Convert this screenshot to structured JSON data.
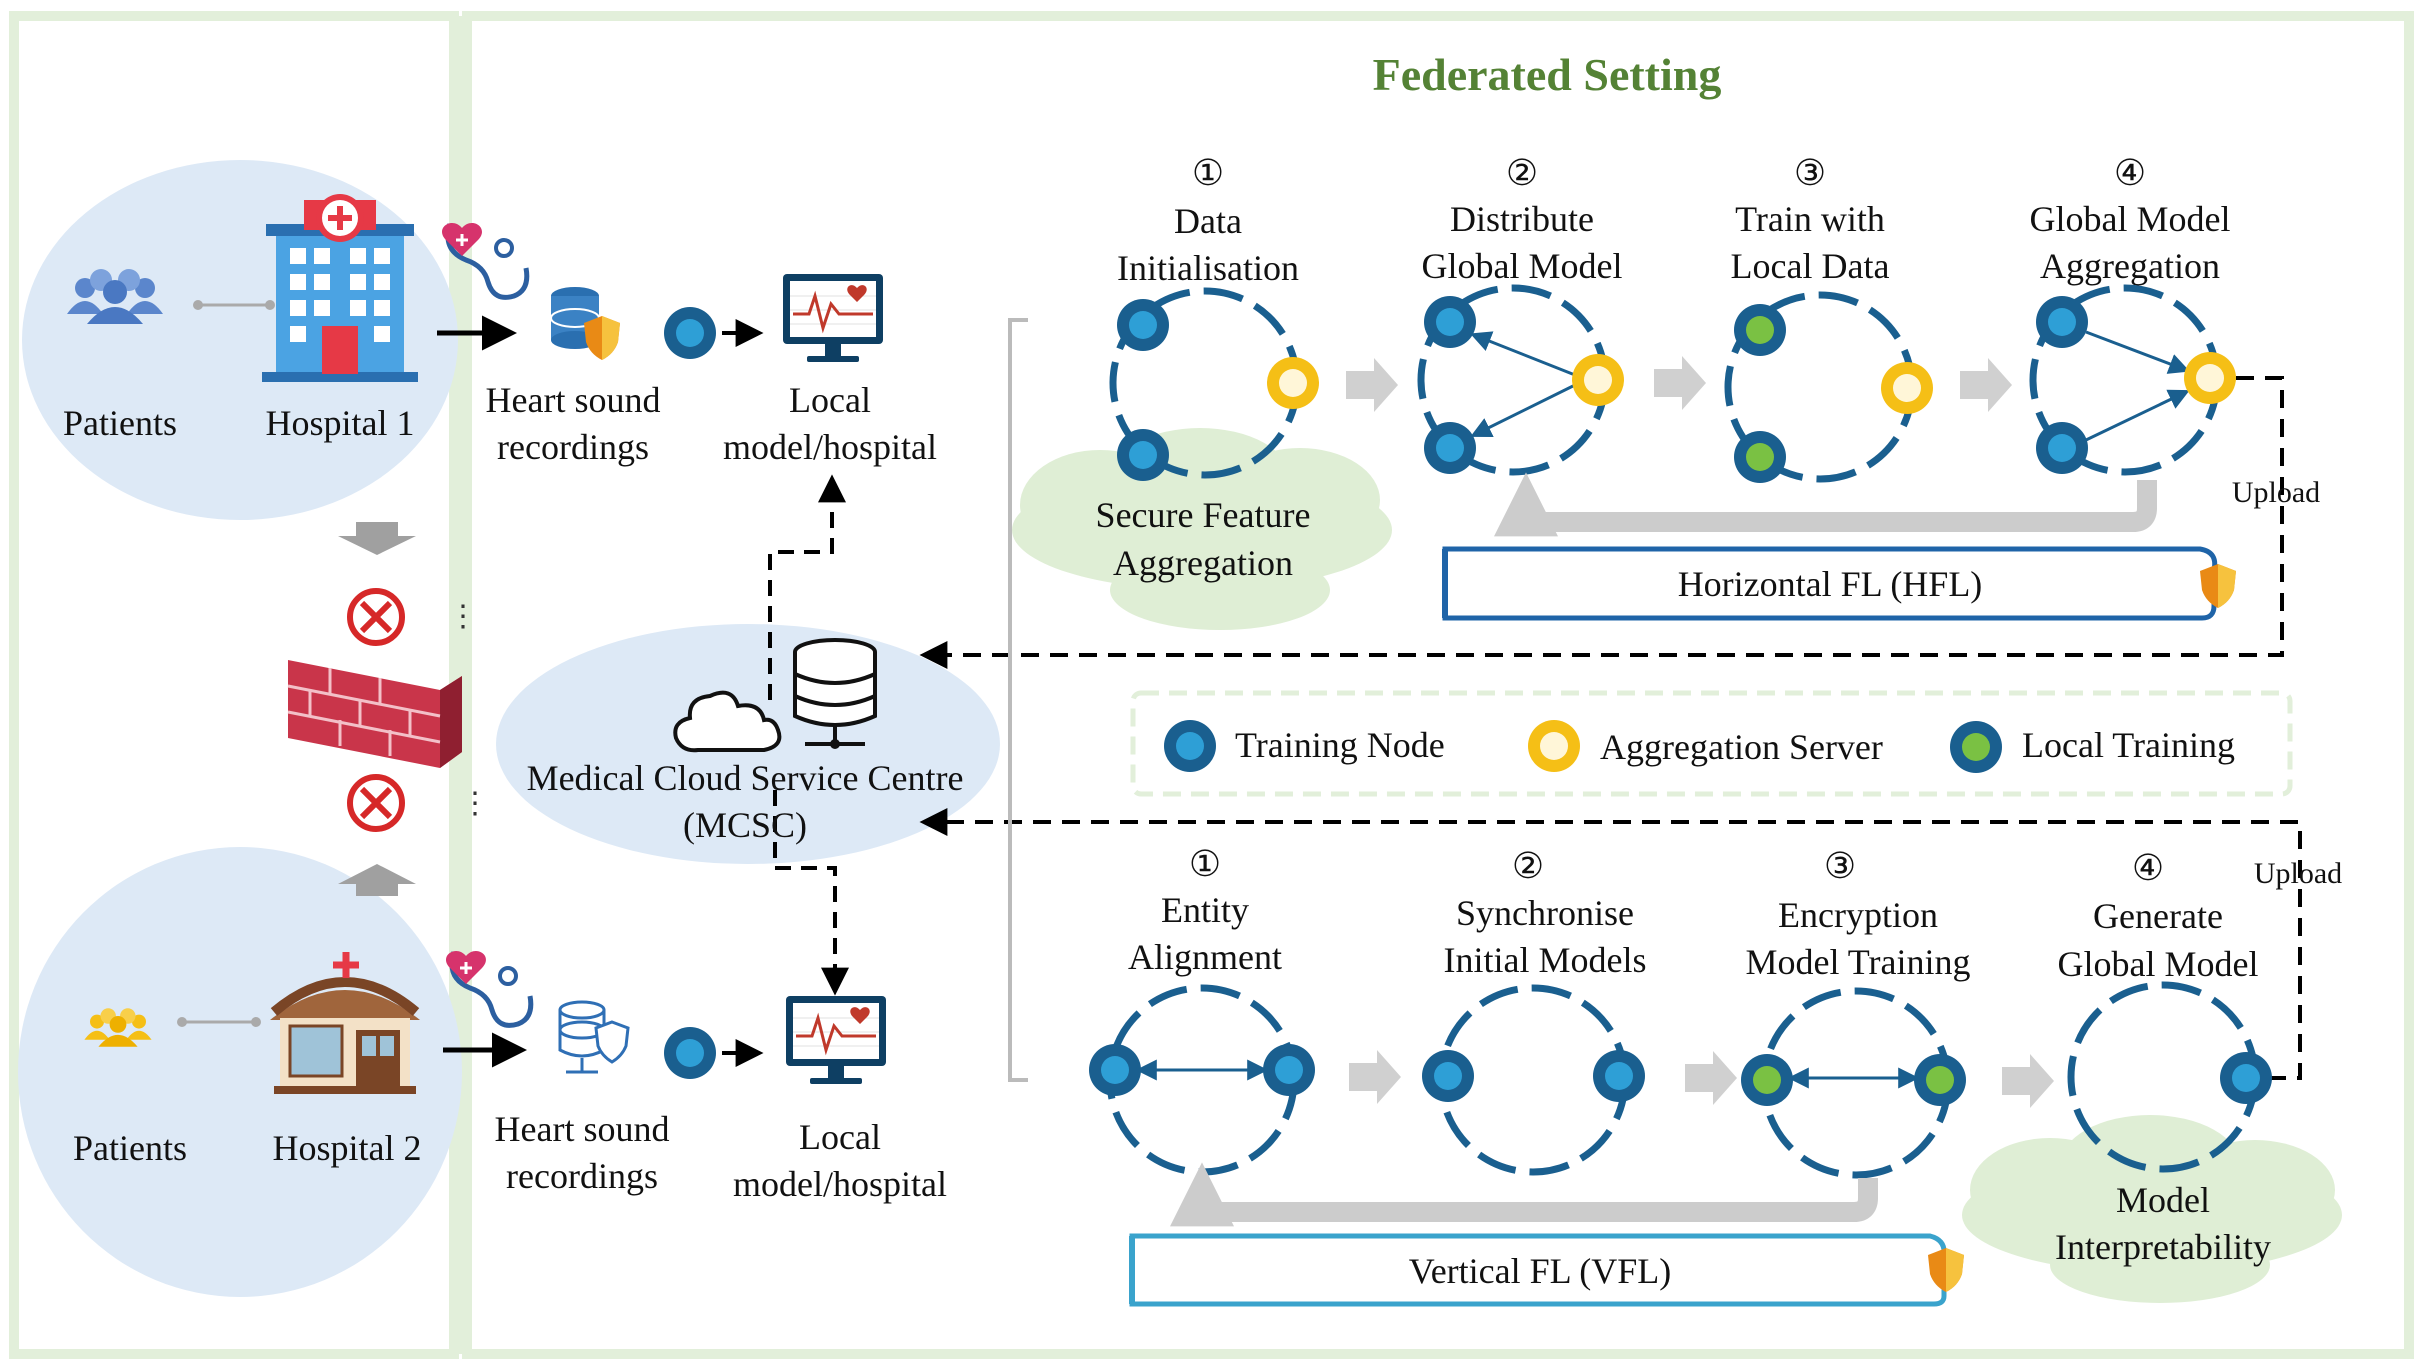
{
  "title": "Federated Setting",
  "left": {
    "hospital1": {
      "patients": "Patients",
      "hospital": "Hospital 1",
      "recordings_line1": "Heart sound",
      "recordings_line2": "recordings",
      "local_line1": "Local",
      "local_line2": "model/hospital"
    },
    "hospital2": {
      "patients": "Patients",
      "hospital": "Hospital 2",
      "recordings_line1": "Heart sound",
      "recordings_line2": "recordings",
      "local_line1": "Local",
      "local_line2": "model/hospital"
    },
    "mcsc_line1": "Medical Cloud Service Centre",
    "mcsc_line2": "(MCSC)"
  },
  "hfl": {
    "steps": [
      {
        "num": "①",
        "line1": "Data",
        "line2": "Initialisation"
      },
      {
        "num": "②",
        "line1": "Distribute",
        "line2": "Global Model"
      },
      {
        "num": "③",
        "line1": "Train with",
        "line2": "Local Data"
      },
      {
        "num": "④",
        "line1": "Global Model",
        "line2": "Aggregation"
      }
    ],
    "cloud_line1": "Secure Feature",
    "cloud_line2": "Aggregation",
    "banner": "Horizontal FL (HFL)",
    "upload": "Upload"
  },
  "legend": {
    "training_node": "Training Node",
    "aggregation_server": "Aggregation Server",
    "local_training": "Local Training"
  },
  "vfl": {
    "steps": [
      {
        "num": "①",
        "line1": "Entity",
        "line2": "Alignment"
      },
      {
        "num": "②",
        "line1": "Synchronise",
        "line2": "Initial Models"
      },
      {
        "num": "③",
        "line1": "Encryption",
        "line2": "Model Training"
      },
      {
        "num": "④",
        "line1": "Generate",
        "line2": "Global Model"
      }
    ],
    "cloud_line1": "Model",
    "cloud_line2": "Interpretability",
    "banner": "Vertical FL (VFL)",
    "upload": "Upload"
  },
  "colors": {
    "panel_border": "#e2efda",
    "title_green": "#548235",
    "ellipse_fill": "#dde9f6",
    "node_dark": "#1a5f8f",
    "node_light": "#2e9fd6",
    "server_ring": "#f5bf16",
    "local_green": "#7ac143",
    "banner_hfl": "#1f64a8",
    "banner_vfl": "#3aa3cc",
    "cloud_fill": "#dfeed5"
  }
}
